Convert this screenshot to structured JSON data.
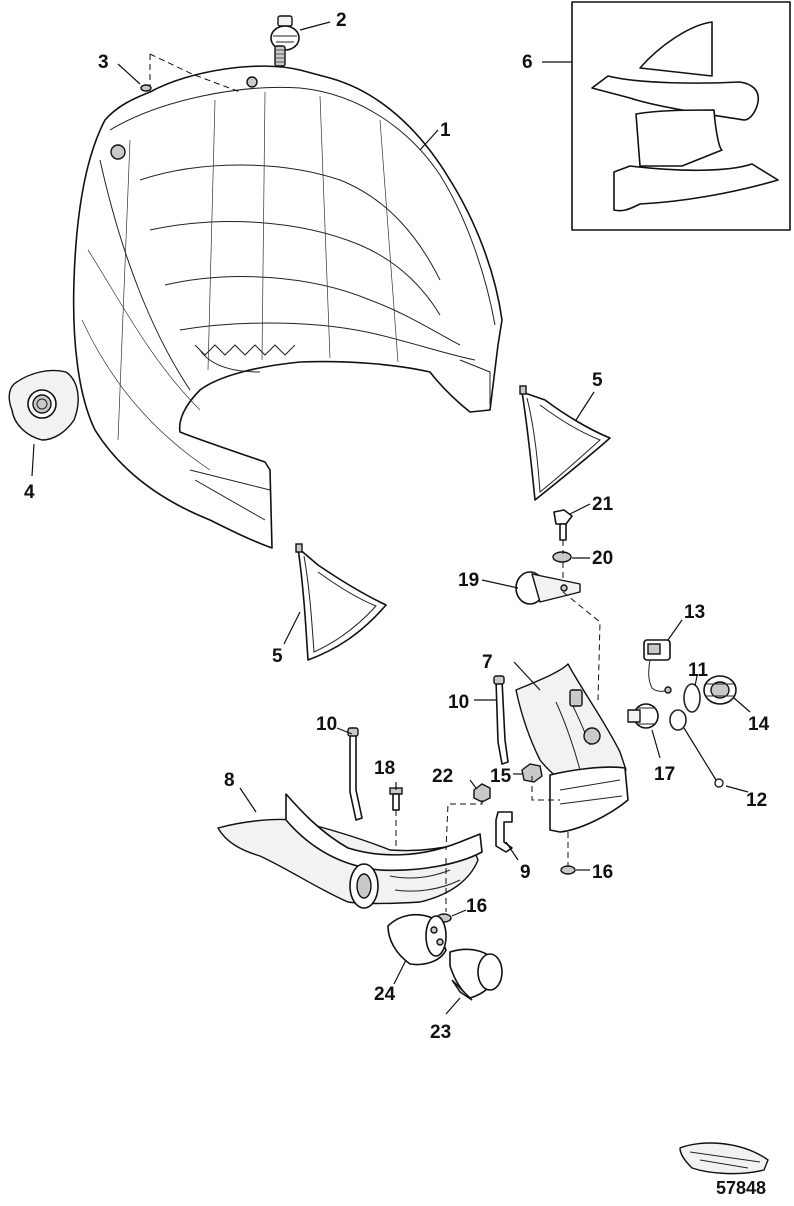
{
  "callouts": {
    "c1": "1",
    "c2": "2",
    "c3": "3",
    "c4": "4",
    "c5a": "5",
    "c5b": "5",
    "c6": "6",
    "c7": "7",
    "c8": "8",
    "c9": "9",
    "c10a": "10",
    "c10b": "10",
    "c11": "11",
    "c12": "12",
    "c13": "13",
    "c14": "14",
    "c15": "15",
    "c16a": "16",
    "c16b": "16",
    "c17": "17",
    "c18": "18",
    "c19": "19",
    "c20": "20",
    "c21": "21",
    "c22": "22",
    "c23": "23",
    "c24": "24"
  },
  "figure_number": "57848"
}
